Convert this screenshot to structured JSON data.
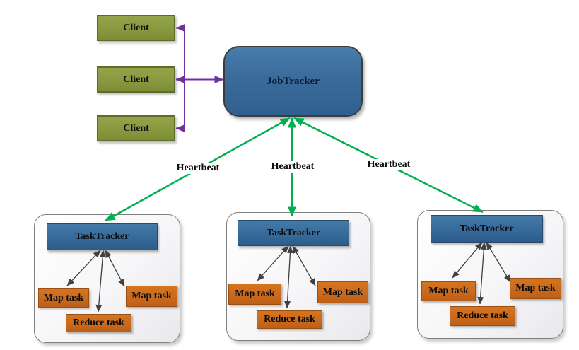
{
  "diagram": {
    "clients": [
      {
        "label": "Client"
      },
      {
        "label": "Client"
      },
      {
        "label": "Client"
      }
    ],
    "jobtracker": {
      "label": "JobTracker"
    },
    "heartbeat_labels": [
      "Heartbeat",
      "Heartbeat",
      "Heartbeat"
    ],
    "groups": [
      {
        "tracker_label": "TaskTracker",
        "tasks": [
          {
            "label": "Map task"
          },
          {
            "label": "Map task"
          },
          {
            "label": "Reduce task"
          }
        ]
      },
      {
        "tracker_label": "TaskTracker",
        "tasks": [
          {
            "label": "Map task"
          },
          {
            "label": "Map task"
          },
          {
            "label": "Reduce task"
          }
        ]
      },
      {
        "tracker_label": "TaskTracker",
        "tasks": [
          {
            "label": "Map task"
          },
          {
            "label": "Map task"
          },
          {
            "label": "Reduce task"
          }
        ]
      }
    ],
    "colors": {
      "client_fill": "#89993f",
      "client_border": "#5f6b28",
      "jobtracker_fill": "#3a6b9b",
      "tasktracker_fill": "#376a9a",
      "task_fill": "#ca6a1d",
      "task_border": "#9c4f12",
      "container_fill": "#f6f6f8",
      "container_border": "#808080",
      "heartbeat_arrow": "#00b050",
      "client_arrow": "#7030a0",
      "task_arrow": "#404040",
      "text": "#111111",
      "background": "#ffffff"
    }
  }
}
